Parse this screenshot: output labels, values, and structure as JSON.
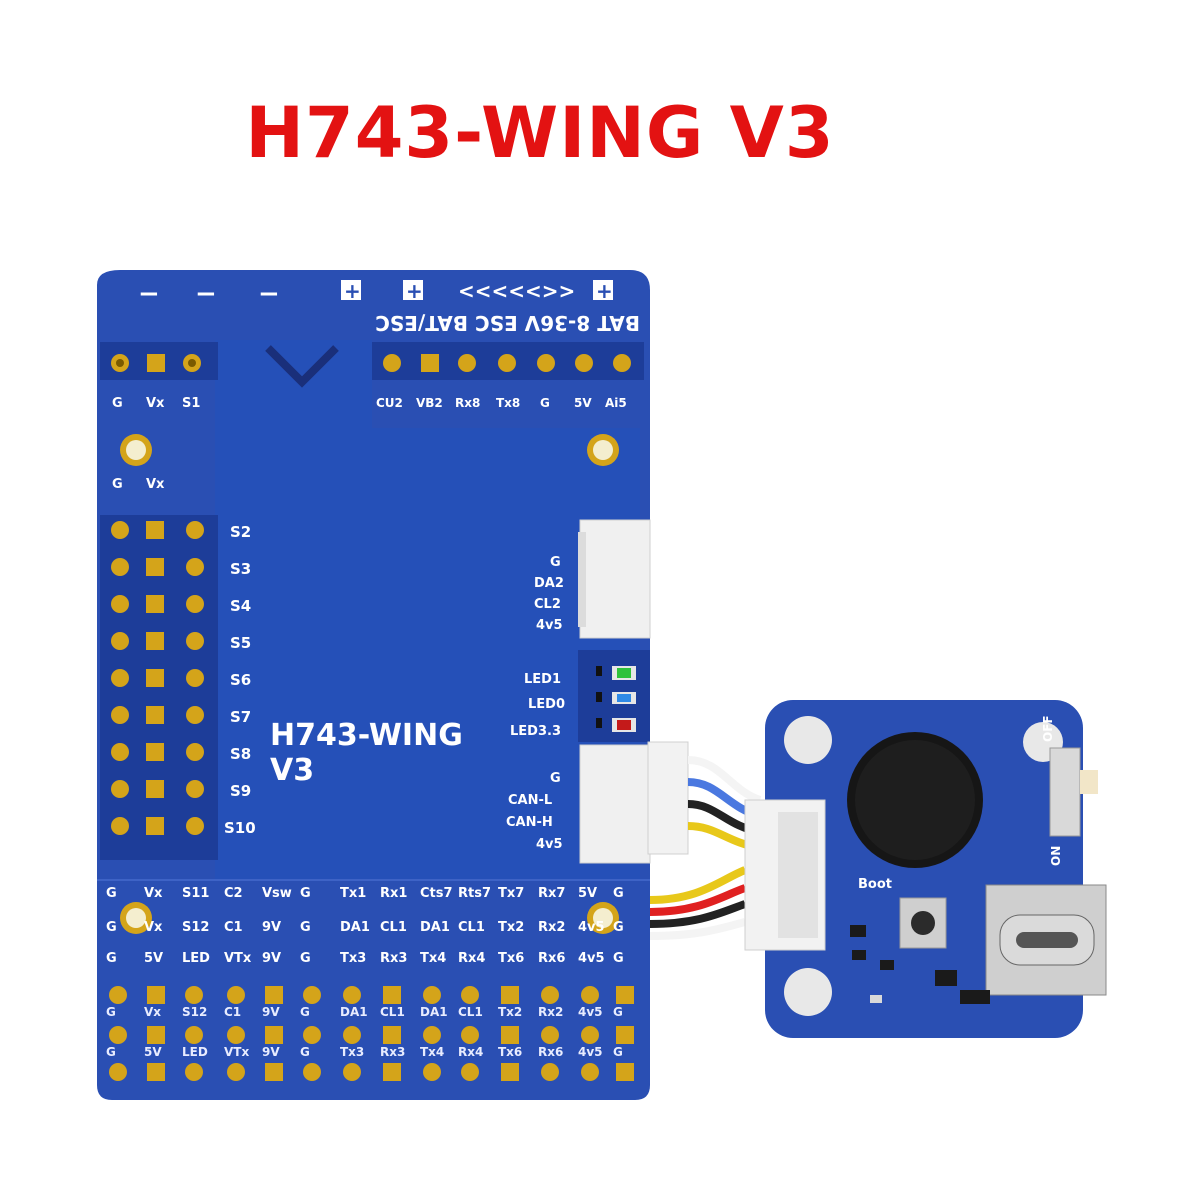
{
  "title": "H743-WING V3",
  "board": {
    "silk_title_line1": "H743-WING",
    "silk_title_line2": "V3",
    "top_minus": [
      "−",
      "−",
      "−"
    ],
    "top_plus": [
      "+",
      "+",
      "+"
    ],
    "top_arrows": "<<<<<>>",
    "top_row_label": "BAT 8-36V ESC BAT/ESC",
    "header_left_labels": [
      "G",
      "Vx",
      "S1"
    ],
    "header_right_labels": [
      "CU2",
      "VB2",
      "Rx8",
      "Tx8",
      "G",
      "5V",
      "Ai5"
    ],
    "g_vx_label": [
      "G",
      "Vx"
    ],
    "servo_labels": [
      "S2",
      "S3",
      "S4",
      "S5",
      "S6",
      "S7",
      "S8",
      "S9",
      "S10"
    ],
    "i2c_labels": [
      "G",
      "DA2",
      "CL2",
      "4v5"
    ],
    "led_labels": [
      "LED1",
      "LED0",
      "LED3.3"
    ],
    "can_labels": [
      "G",
      "CAN-L",
      "CAN-H",
      "4v5"
    ],
    "bottom_row1": [
      "G",
      "Vx",
      "S11",
      "C2",
      "Vsw",
      "G",
      "Tx1",
      "Rx1",
      "Cts7",
      "Rts7",
      "Tx7",
      "Rx7",
      "5V",
      "G"
    ],
    "bottom_row2": [
      "G",
      "Vx",
      "S12",
      "C1",
      "9V",
      "G",
      "DA1",
      "CL1",
      "DA1",
      "CL1",
      "Tx2",
      "Rx2",
      "4v5",
      "G"
    ],
    "bottom_row3": [
      "G",
      "5V",
      "LED",
      "VTx",
      "9V",
      "G",
      "Tx3",
      "Rx3",
      "Tx4",
      "Rx4",
      "Tx6",
      "Rx6",
      "4v5",
      "G"
    ]
  },
  "module": {
    "boot_label": "Boot",
    "on_label": "ON",
    "off_label": "OFF"
  },
  "colors": {
    "board": "#2a4fb3",
    "board_dark": "#1d3d99",
    "gold": "#d4a41a",
    "title_red": "#e31212"
  }
}
